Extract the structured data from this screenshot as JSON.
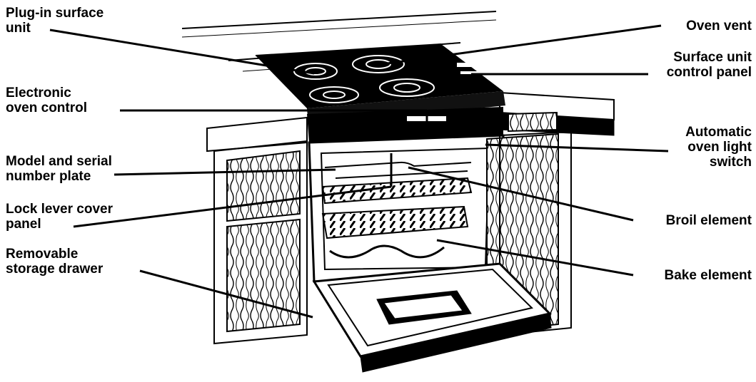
{
  "diagram": {
    "labels": {
      "plug_in_surface_unit": [
        "Plug-in surface",
        "unit"
      ],
      "electronic_oven_control": [
        "Electronic",
        "oven control"
      ],
      "model_serial_plate": [
        "Model and serial",
        "number plate"
      ],
      "lock_lever_cover_panel": [
        "Lock lever cover",
        "panel"
      ],
      "removable_storage_drawer": [
        "Removable",
        "storage drawer"
      ],
      "oven_vent": [
        "Oven vent"
      ],
      "surface_unit_control_panel": [
        "Surface unit",
        "control panel"
      ],
      "automatic_oven_light_switch": [
        "Automatic",
        "oven light",
        "switch"
      ],
      "broil_element": [
        "Broil element"
      ],
      "bake_element": [
        "Bake element"
      ]
    }
  }
}
